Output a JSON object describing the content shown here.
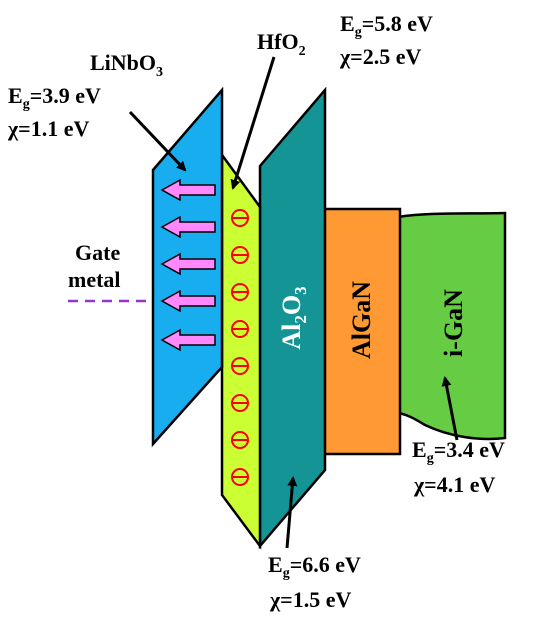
{
  "labels": {
    "linbo3": {
      "main": "LiNbO",
      "sub": "3"
    },
    "hfo2": {
      "main": "HfO",
      "sub": "2"
    },
    "gate": {
      "line1": "Gate",
      "line2": "metal"
    },
    "layers": {
      "al2o3": {
        "a": "Al",
        "sub1": "2",
        "b": "O",
        "sub2": "3"
      },
      "algan": "AlGaN",
      "igan": "i-GaN"
    }
  },
  "properties": {
    "linbo3": {
      "eg_prefix": "E",
      "eg_sub": "g",
      "eg_value": "=3.9 eV",
      "chi": "χ=1.1 eV"
    },
    "hfo2": {
      "eg_prefix": "E",
      "eg_sub": "g",
      "eg_value": "=5.8 eV",
      "chi": "χ=2.5 eV"
    },
    "al2o3": {
      "eg_prefix": "E",
      "eg_sub": "g",
      "eg_value": "=6.6 eV",
      "chi": "χ=1.5 eV"
    },
    "igan": {
      "eg_prefix": "E",
      "eg_sub": "g",
      "eg_value": "=3.4 eV",
      "chi": "χ=4.1 eV"
    }
  },
  "colors": {
    "linbo3": "#18adef",
    "hfo2": "#ccff33",
    "al2o3": "#149494",
    "algan": "#ff9933",
    "igan": "#66cc44",
    "polarization_arrow": "#ff88ff",
    "charge_symbol": "#ff0000",
    "gate_line": "#9933cc"
  }
}
